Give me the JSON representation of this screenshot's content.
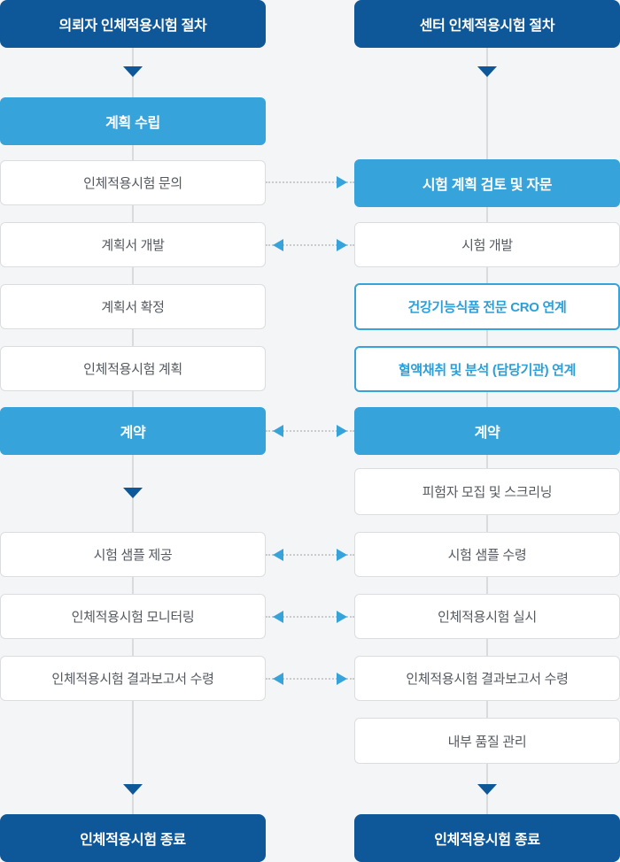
{
  "left_column": {
    "header": "의뢰자 인체적용시험 절차",
    "steps": [
      "계획 수립",
      "인체적용시험 문의",
      "계획서 개발",
      "계획서 확정",
      "인체적용시험 계획",
      "계약",
      "시험 샘플 제공",
      "인체적용시험 모니터링",
      "인체적용시험 결과보고서 수령"
    ],
    "footer": "인체적용시험 종료"
  },
  "right_column": {
    "header": "센터 인체적용시험 절차",
    "steps": [
      "시험 계획 검토 및 자문",
      "시험 개발",
      "건강기능식품 전문 CRO 연계",
      "혈액채취 및 분석 (담당기관) 연계",
      "계약",
      "피험자 모집 및 스크리닝",
      "시험 샘플 수령",
      "인체적용시험 실시",
      "인체적용시험 결과보고서 수령",
      "내부 품질 관리"
    ],
    "footer": "인체적용시험 종료"
  },
  "connections": [
    {
      "from": "인체적용시험 문의",
      "to": "시험 계획 검토 및 자문",
      "direction": "right"
    },
    {
      "from": "계획서 개발",
      "to": "시험 개발",
      "direction": "both"
    },
    {
      "from": "계약",
      "to": "계약",
      "direction": "both"
    },
    {
      "from": "시험 샘플 제공",
      "to": "시험 샘플 수령",
      "direction": "both"
    },
    {
      "from": "인체적용시험 모니터링",
      "to": "인체적용시험 실시",
      "direction": "both"
    },
    {
      "from": "인체적용시험 결과보고서 수령",
      "to": "인체적용시험 결과보고서 수령",
      "direction": "both"
    }
  ],
  "colors": {
    "background": "#f4f5f6",
    "dark_blue": "#0e5798",
    "light_blue": "#36a3db",
    "outline_text_blue": "#2b9fd9",
    "box_text_gray": "#555a61",
    "dotted_line": "#c9cacc",
    "spine_line": "#dadbdd",
    "box_border": "#dcdde0"
  }
}
